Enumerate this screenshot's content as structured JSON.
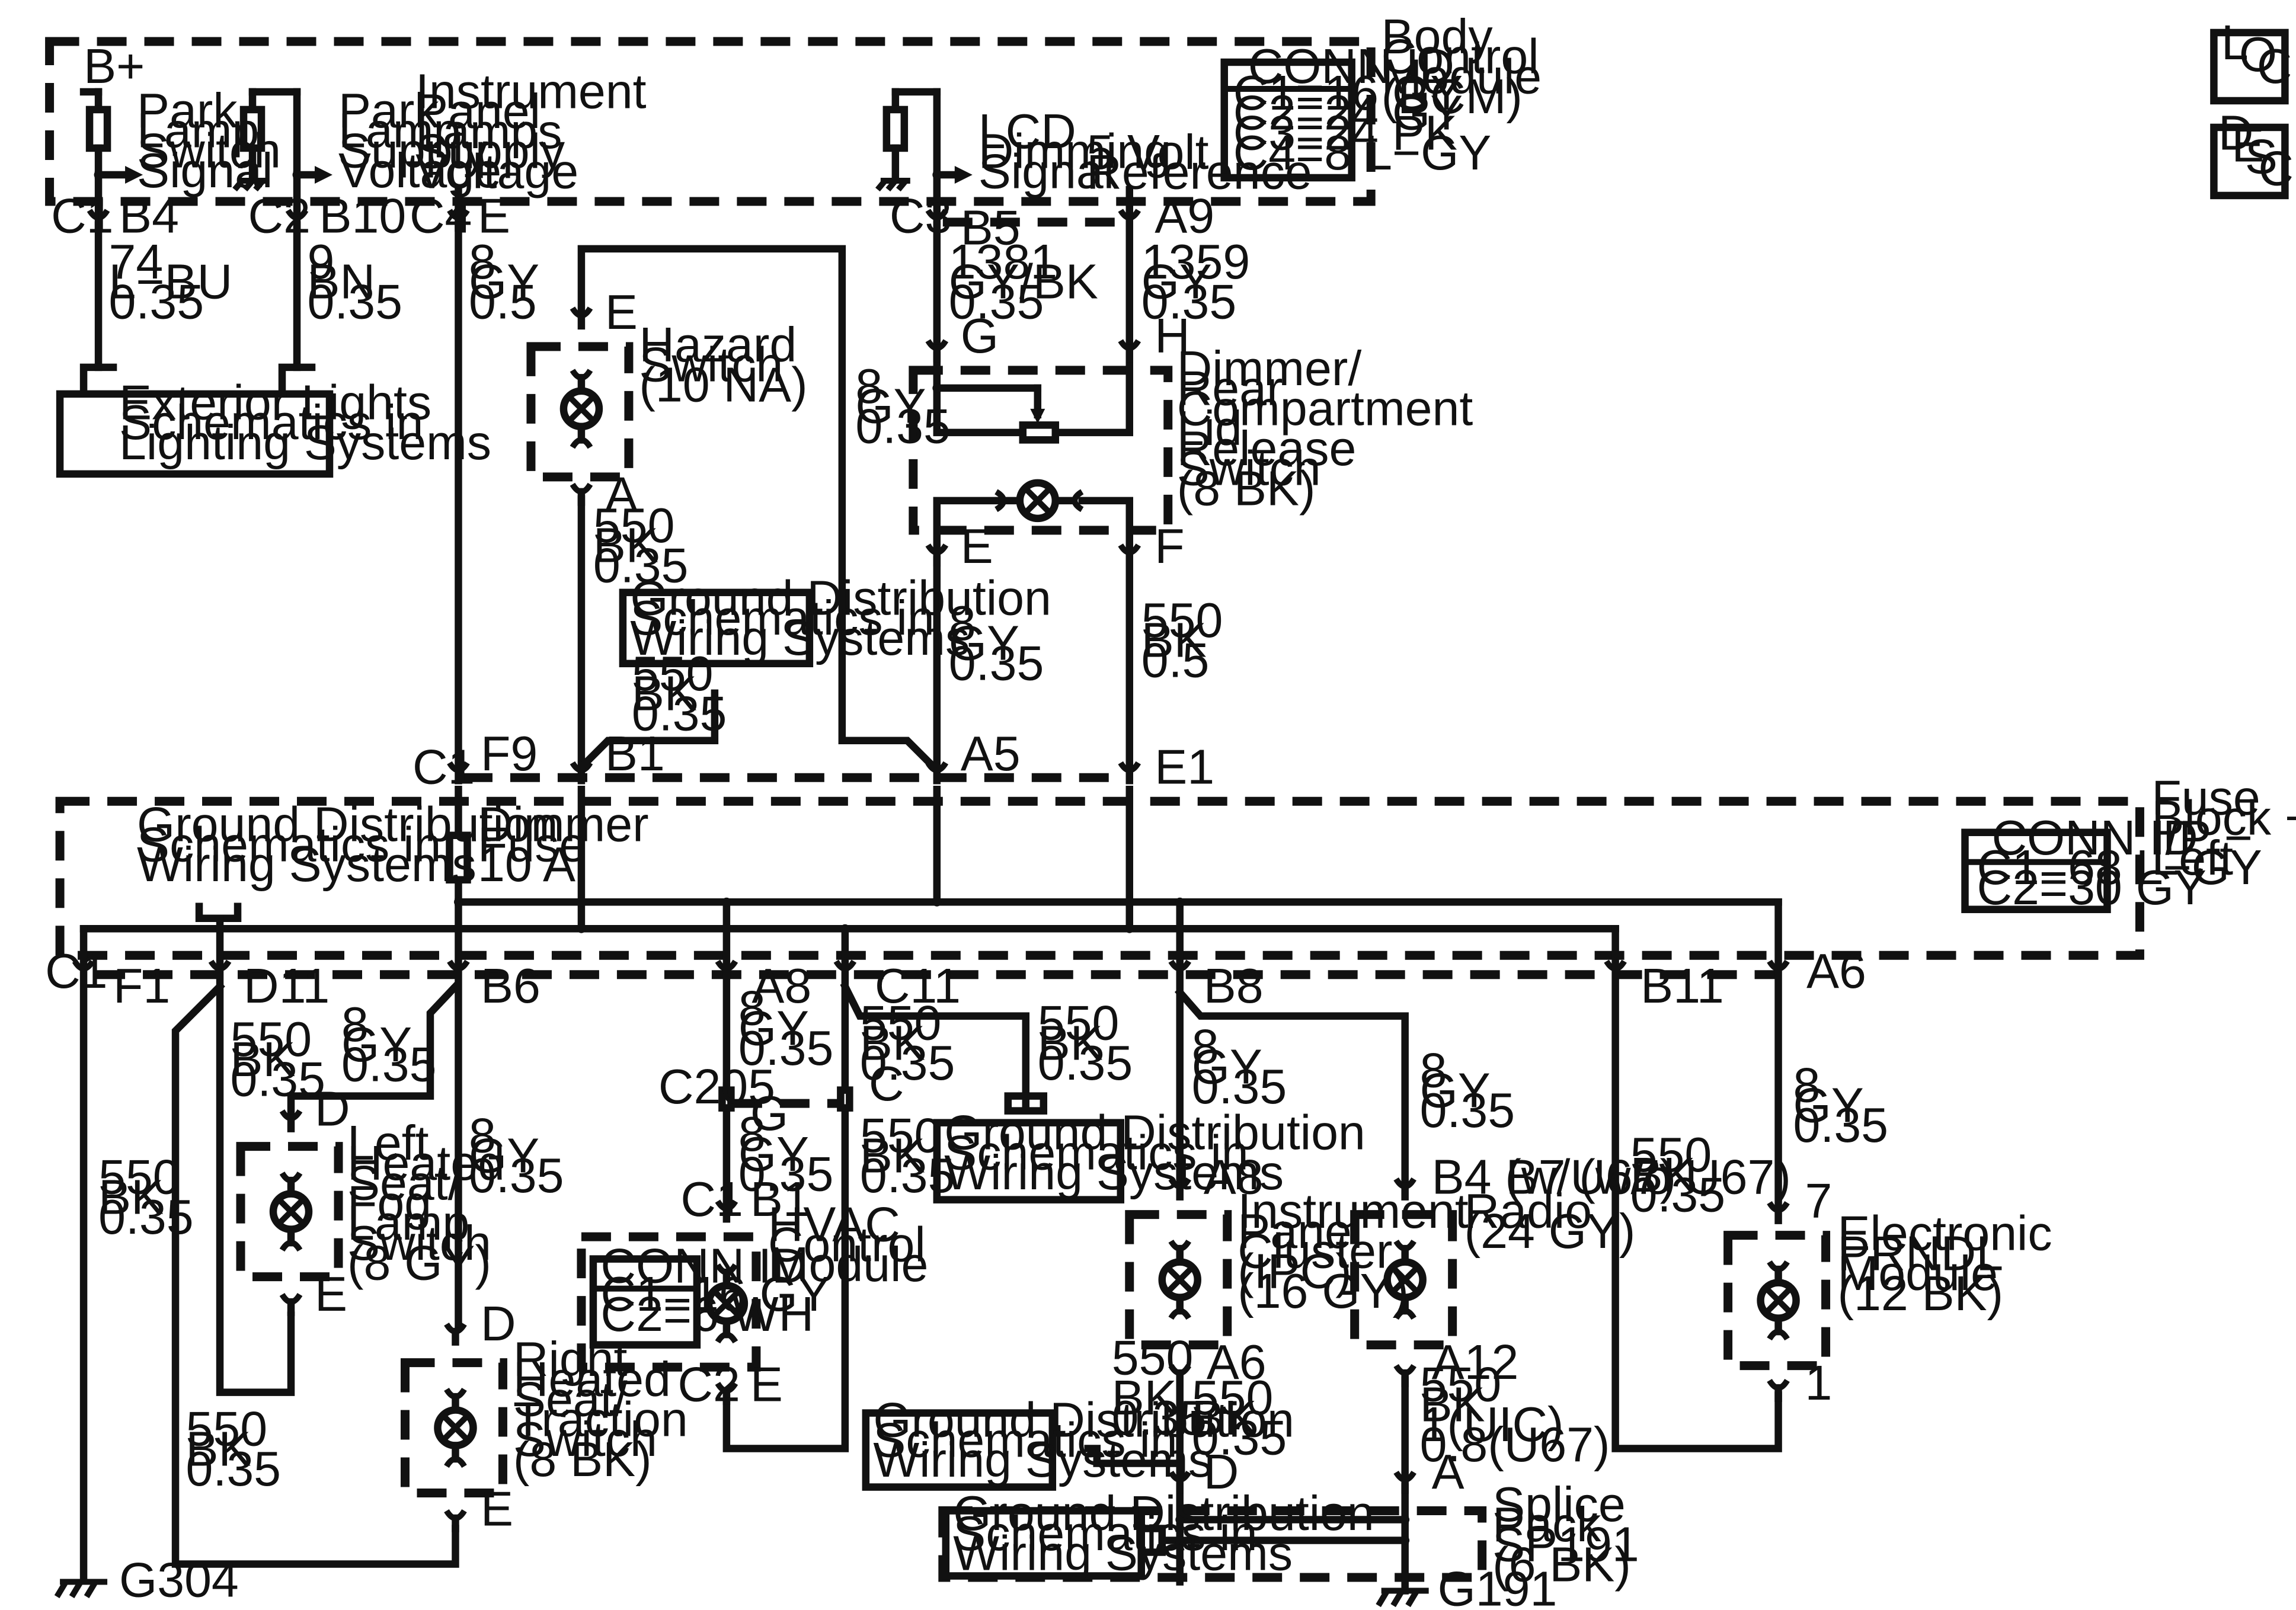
{
  "bcm": {
    "label": [
      "Body",
      "Control",
      "Module",
      "(BCM)"
    ],
    "conn": {
      "title": "CONN ID",
      "lines": [
        "C1=16 GY",
        "C2=24 GY",
        "C3=24 PK",
        "C4=8 L−GY"
      ]
    }
  },
  "fuse_block": {
    "label": [
      "Fuse",
      "Block −",
      "I/P −",
      "Left"
    ],
    "conn": {
      "title": "CONN ID",
      "lines": [
        "C1=68 L−GY",
        "C2=30 GY"
      ]
    }
  },
  "hvac": {
    "label": [
      "HVAC",
      "Control",
      "Module"
    ],
    "conn": {
      "title": "CONN ID",
      "lines": [
        "C1=16 GY",
        "C2=6 WH"
      ]
    }
  },
  "nav": {
    "loc": [
      "L",
      "O",
      "C"
    ],
    "desc": [
      "D",
      "E",
      "S",
      "C"
    ]
  },
  "bplus": "B+",
  "signals": [
    [
      "Park",
      "Lamp",
      "Switch",
      "Signal"
    ],
    [
      "Park",
      "Lamp",
      "Supply",
      "Voltage"
    ],
    [
      "Instrument",
      "Panel",
      "Lamps",
      "Supply",
      "Voltage"
    ],
    [
      "LCD",
      "Dimming",
      "Signal"
    ],
    [
      "5 Volt",
      "Reference"
    ]
  ],
  "refs": {
    "exterior": [
      "Exterior Lights",
      "Schematics in",
      "Lighting Systems"
    ],
    "ground": [
      "Ground Distribution",
      "Schematics in",
      "Wiring Systems"
    ]
  },
  "components": {
    "hazard": [
      "Hazard",
      "Switch",
      "(10 NA)"
    ],
    "dimmer_sw": [
      "Dimmer/",
      "Rear",
      "Compartment",
      "Lid",
      "Release",
      "Switch",
      "(8 BK)"
    ],
    "dimmer_fuse": [
      "Dimmer",
      "Fuse",
      "10 A"
    ],
    "left_seat": [
      "Left",
      "Heated",
      "Seat/",
      "Fog",
      "Lamp",
      "Switch",
      "(8 GY)"
    ],
    "right_seat": [
      "Right",
      "Heated",
      "Seat/",
      "Traction",
      "Switch",
      "(8 BK)"
    ],
    "ipc": [
      "Instrument",
      "Panel",
      "Cluster",
      "(IPC)",
      "(16 GY)"
    ],
    "radio": [
      "Radio",
      "(24 GY)"
    ],
    "prndl": [
      "Electronic",
      "PRNDL",
      "Module",
      "(12 BK)"
    ],
    "splice": [
      "Splice",
      "Pack",
      "SP191",
      "(6 BK)"
    ]
  },
  "wires": {
    "w74": [
      "74",
      "L−BU",
      "0.35"
    ],
    "w9": [
      "9",
      "BN",
      "0.35"
    ],
    "w8_05": [
      "8",
      "GY",
      "0.5"
    ],
    "w1381": [
      "1381",
      "GY/BK",
      "0.35"
    ],
    "w1359": [
      "1359",
      "GY",
      "0.35"
    ],
    "w8_035": [
      "8",
      "GY",
      "0.35"
    ],
    "w550_035": [
      "550",
      "BK",
      "0.35"
    ],
    "w550_05": [
      "550",
      "BK",
      "0.5"
    ],
    "bk035": [
      "BK",
      "0.35"
    ],
    "w550_u67": [
      "550",
      "BK",
      "1(UIC)",
      "0.8(U67)"
    ],
    "n550": "550"
  },
  "pins": {
    "C1": "C1",
    "C2": "C2",
    "C3": "C3",
    "C4": "C4",
    "C205": "C205",
    "B4": "B4",
    "B10": "B10",
    "E": "E",
    "B5": "B5",
    "A9": "A9",
    "G": "G",
    "H": "H",
    "A": "A",
    "F": "F",
    "F9": "F9",
    "B1": "B1",
    "A5": "A5",
    "E1": "E1",
    "F1": "F1",
    "D11": "D11",
    "B6": "B6",
    "A8": "A8",
    "C11": "C11",
    "B8": "B8",
    "B11": "B11",
    "A6": "A6",
    "D": "D",
    "C": "C",
    "A12": "A12",
    "n7": "7",
    "n1": "1",
    "radio_b4": "B4 (w/U67)",
    "radio_b7": "B7 (w/o U67)",
    "G304": "G304",
    "G191": "G191"
  }
}
